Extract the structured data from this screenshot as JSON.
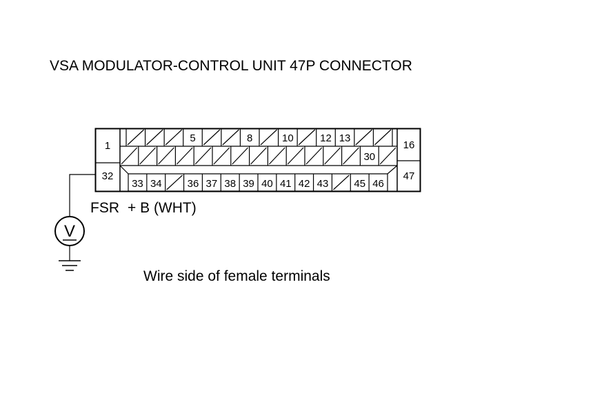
{
  "title": "VSA MODULATOR-CONTROL UNIT 47P CONNECTOR",
  "footer": "Wire side of female terminals",
  "wire": {
    "signal": "FSR",
    "spec": "+ B (WHT)"
  },
  "meter": {
    "symbol": "V"
  },
  "connector": {
    "left_terminals": [
      "1",
      "32"
    ],
    "right_terminals": [
      "16",
      "47"
    ],
    "row1": [
      "",
      "",
      "",
      "5",
      "",
      "",
      "8",
      "",
      "10",
      "",
      "12",
      "13",
      "",
      ""
    ],
    "row2": [
      "",
      "",
      "",
      "",
      "",
      "",
      "",
      "",
      "",
      "",
      "",
      "",
      "",
      "30",
      ""
    ],
    "row3": [
      "33",
      "34",
      "",
      "36",
      "37",
      "38",
      "39",
      "40",
      "41",
      "42",
      "43",
      "",
      "45",
      "46"
    ]
  }
}
